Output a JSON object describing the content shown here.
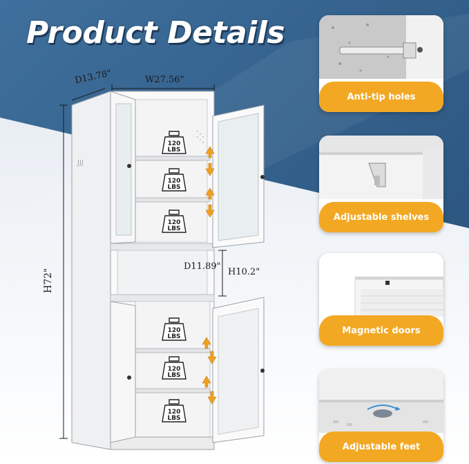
{
  "header": {
    "title": "Product Details"
  },
  "dimensions": {
    "depth": "D13.78\"",
    "width": "W27.56\"",
    "height": "H72\"",
    "open_depth": "D11.89\"",
    "open_height": "H10.2\""
  },
  "weight_badge": {
    "value": "120",
    "unit": "LBS"
  },
  "features": [
    {
      "label": "Anti-tip holes",
      "icon": "anti-tip-photo"
    },
    {
      "label": "Adjustable shelves",
      "icon": "shelf-bracket-photo"
    },
    {
      "label": "Magnetic doors",
      "icon": "magnetic-door-photo"
    },
    {
      "label": "Adjustable feet",
      "icon": "leveling-foot-photo"
    }
  ],
  "colors": {
    "accent": "#f2a823",
    "background_blue": "#2f5d8a",
    "arrow": "#f0a020"
  }
}
